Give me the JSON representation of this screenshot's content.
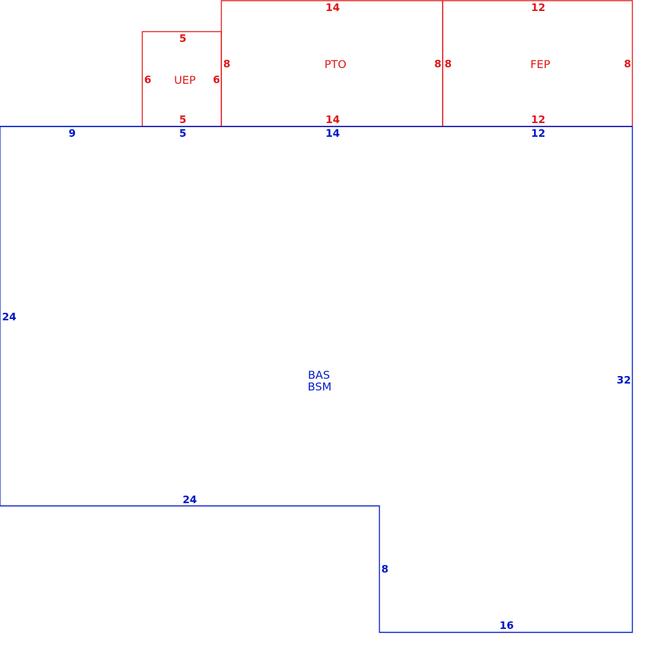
{
  "colors": {
    "main_structure": "#0019c8",
    "additions": "#e01919",
    "background": "#ffffff"
  },
  "areas": {
    "uep": {
      "code": "UEP",
      "dims": {
        "top": "5",
        "bottom": "5",
        "left": "6",
        "right": "6"
      }
    },
    "pto": {
      "code": "PTO",
      "dims": {
        "top": "14",
        "bottom": "14",
        "left": "8",
        "right": "8"
      }
    },
    "fep": {
      "code": "FEP",
      "dims": {
        "top": "12",
        "bottom": "12",
        "left": "8",
        "right": "8"
      }
    },
    "main": {
      "codes": [
        "BAS",
        "BSM"
      ],
      "dims": {
        "top_left": "9",
        "top_under_uep": "5",
        "top_under_pto": "14",
        "top_under_fep": "12",
        "left": "24",
        "right": "32",
        "step_bottom": "24",
        "step_side": "8",
        "bottom": "16"
      }
    }
  }
}
